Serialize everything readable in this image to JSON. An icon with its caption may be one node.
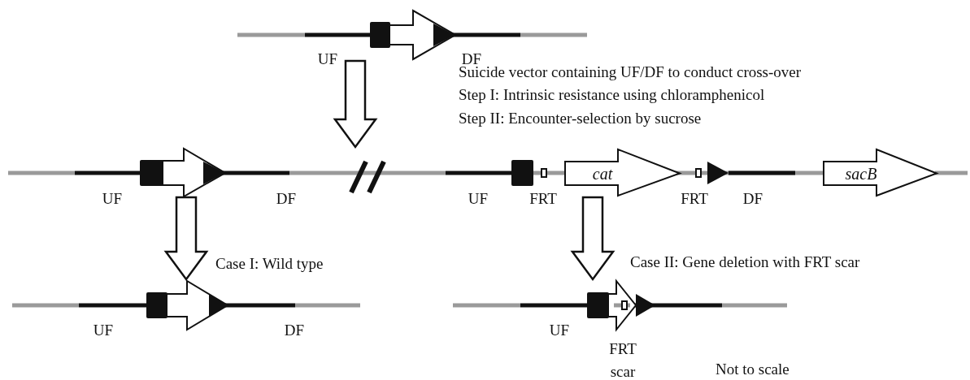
{
  "diagram": {
    "nodes": [
      {
        "text": [],
        "shape": "bar"
      },
      {
        "text": [],
        "shape": "bar"
      },
      {
        "text": [
          "cat"
        ],
        "in": 1
      },
      {
        "text": [
          "sacB"
        ],
        "in": 1
      },
      {
        "text": [],
        "shape": "bar",
        "beside": [
          "Case I: Wild type"
        ]
      },
      {
        "text": [],
        "shape": "bar",
        "beside": [
          "Case II: Gene deletion with FRT scar"
        ]
      }
    ],
    "edges": [
      {
        "from": 0,
        "to": 1,
        "arrow": "to"
      },
      {
        "from": 1,
        "to": 4,
        "arrow": "to"
      },
      {
        "from": 1,
        "to": 5,
        "arrow": "to"
      }
    ],
    "labels": [
      "UF",
      "DF",
      "Suicide vector containing UF/DF to conduct cross-over",
      "Step I: Intrinsic resistance using chloramphenicol",
      "Step II: Encounter-selection by sucrose",
      "UF",
      "DF",
      "UF",
      "FRT",
      "FRT",
      "DF",
      "UF",
      "DF",
      "UF",
      "FRT scar",
      "Not to scale"
    ]
  }
}
